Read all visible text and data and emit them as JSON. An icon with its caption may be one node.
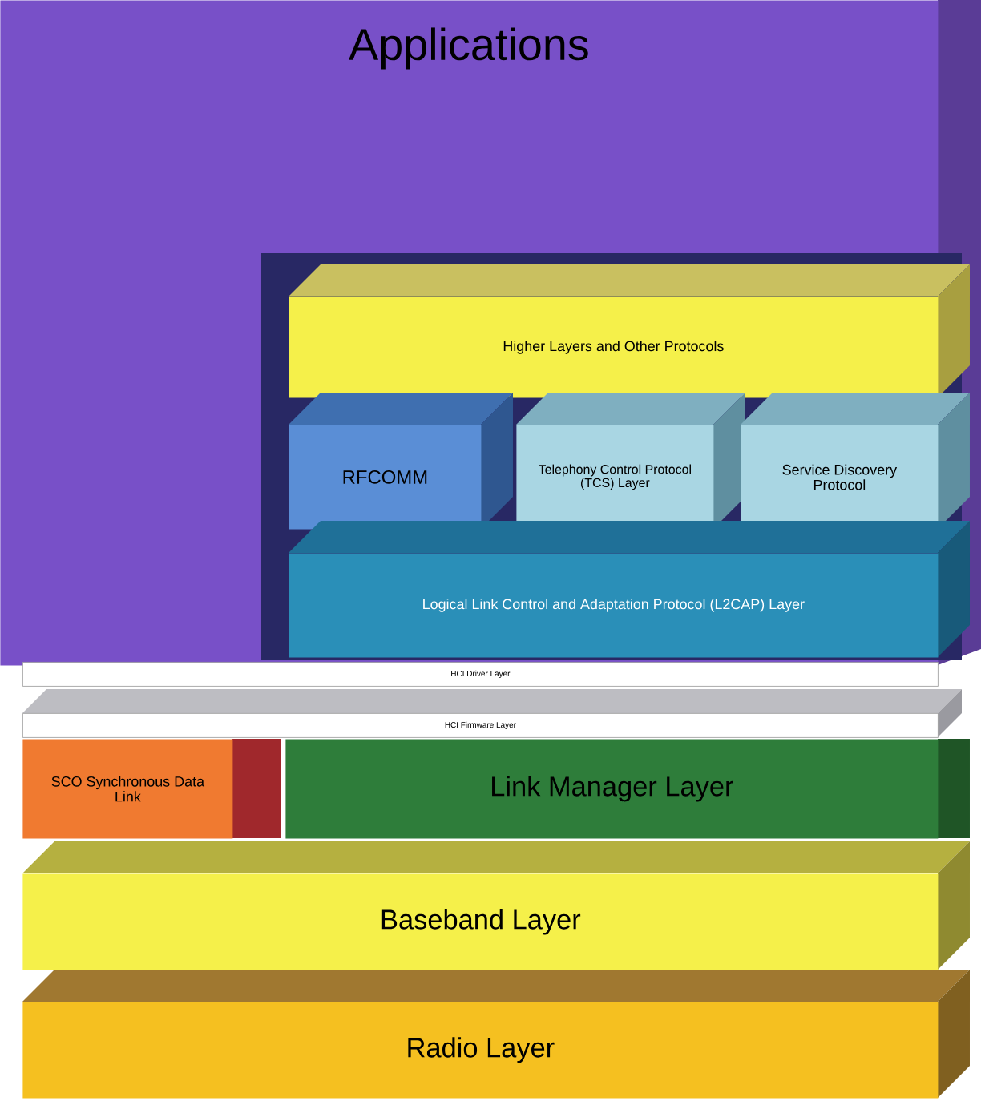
{
  "diagram": {
    "nodes": [
      {
        "text": [
          "Applications"
        ]
      },
      {
        "text": [
          "Higher Layers and Other Protocols"
        ],
        "in": 0
      },
      {
        "text": [
          "RFCOMM"
        ],
        "in": 0
      },
      {
        "text": [
          "Telephony Control Protocol (TCS) Layer"
        ],
        "in": 0
      },
      {
        "text": [
          "Service Discovery Protocol"
        ],
        "in": 0
      },
      {
        "text": [
          "Logical Link Control and Adaptation Protocol (L2CAP) Layer"
        ],
        "in": 0
      },
      {
        "text": [
          "HCI Driver Layer"
        ]
      },
      {
        "text": [
          "HCI Firmware Layer"
        ]
      },
      {
        "text": [
          "SCO Synchronous Data Link"
        ]
      },
      {
        "text": [
          "Link Manager Layer"
        ]
      },
      {
        "text": [
          "Baseband Layer"
        ]
      },
      {
        "text": [
          "Radio Layer"
        ]
      }
    ]
  }
}
